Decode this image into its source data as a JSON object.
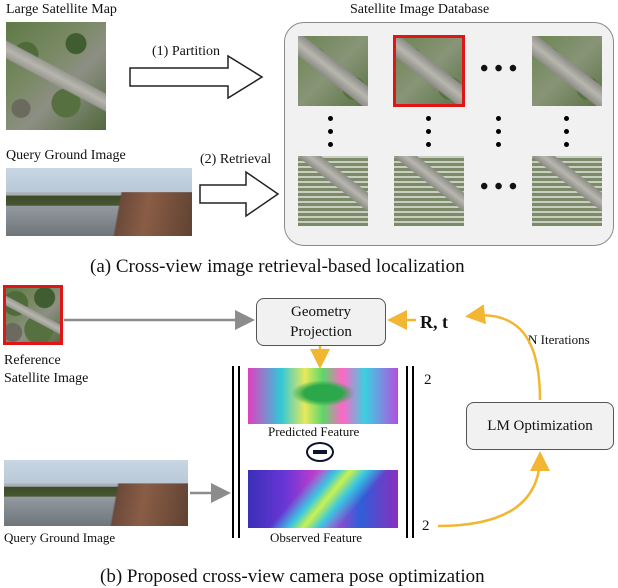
{
  "part_a": {
    "large_map_label": "Large Satellite Map",
    "database_label": "Satellite Image Database",
    "partition_label": "(1) Partition",
    "query_label": "Query Ground Image",
    "retrieval_label": "(2) Retrieval",
    "caption": "(a) Cross-view image retrieval-based localization"
  },
  "part_b": {
    "reference_label_line1": "Reference",
    "reference_label_line2": "Satellite Image",
    "geometry_line1": "Geometry",
    "geometry_line2": "Projection",
    "pose_label": "R, t",
    "iterations_label": "N Iterations",
    "predicted_label": "Predicted Feature",
    "observed_label": "Observed Feature",
    "norm_power_top": "2",
    "norm_power_bottom": "2",
    "lm_label": "LM Optimization",
    "query_label": "Query Ground Image",
    "caption": "(b) Proposed cross-view camera pose optimization"
  },
  "colors": {
    "highlight_red": "#e01515",
    "arrow_gray": "#8c8c8c",
    "arrow_gold": "#f2b632"
  },
  "icons": {
    "minus": "minus-circle-icon",
    "ellipsis": "ellipsis-icon"
  }
}
